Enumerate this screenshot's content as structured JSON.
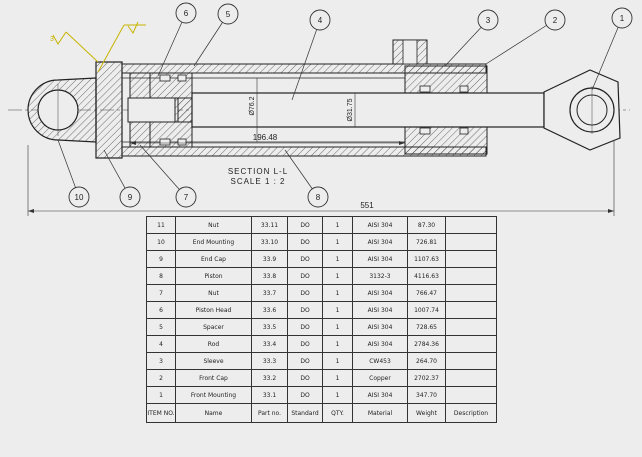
{
  "callouts": [
    "1",
    "2",
    "3",
    "4",
    "5",
    "6",
    "7",
    "8",
    "9",
    "10"
  ],
  "dimensions": {
    "overall_length": "551",
    "inner_length": "196.48",
    "bore_diameter": "Ø76.2",
    "rod_diameter": "Ø31.75",
    "surface_finish": "3"
  },
  "section_label": "SECTION L-L",
  "scale_label": "SCALE 1 : 2",
  "bom": {
    "header": [
      "ITEM NO.",
      "Name",
      "Part no.",
      "Standard",
      "QTY.",
      "Material",
      "Weight",
      "Description"
    ],
    "rows": [
      [
        "11",
        "Nut",
        "33.11",
        "DO",
        "1",
        "AISI 304",
        "87.30",
        ""
      ],
      [
        "10",
        "End Mounting",
        "33.10",
        "DO",
        "1",
        "AISI 304",
        "726.81",
        ""
      ],
      [
        "9",
        "End Cap",
        "33.9",
        "DO",
        "1",
        "AISI 304",
        "1107.63",
        ""
      ],
      [
        "8",
        "Piston",
        "33.8",
        "DO",
        "1",
        "3132-3",
        "4116.63",
        ""
      ],
      [
        "7",
        "Nut",
        "33.7",
        "DO",
        "1",
        "AISI 304",
        "766.47",
        ""
      ],
      [
        "6",
        "Piston Head",
        "33.6",
        "DO",
        "1",
        "AISI 304",
        "1007.74",
        ""
      ],
      [
        "5",
        "Spacer",
        "33.5",
        "DO",
        "1",
        "AISI 304",
        "728.65",
        ""
      ],
      [
        "4",
        "Rod",
        "33.4",
        "DO",
        "1",
        "AISI 304",
        "2784.36",
        ""
      ],
      [
        "3",
        "Sleeve",
        "33.3",
        "DO",
        "1",
        "CW453",
        "264.70",
        ""
      ],
      [
        "2",
        "Front Cap",
        "33.2",
        "DO",
        "1",
        "Copper",
        "2702.37",
        ""
      ],
      [
        "1",
        "Front Mounting",
        "33.1",
        "DO",
        "1",
        "AISI 304",
        "347.70",
        ""
      ]
    ]
  }
}
